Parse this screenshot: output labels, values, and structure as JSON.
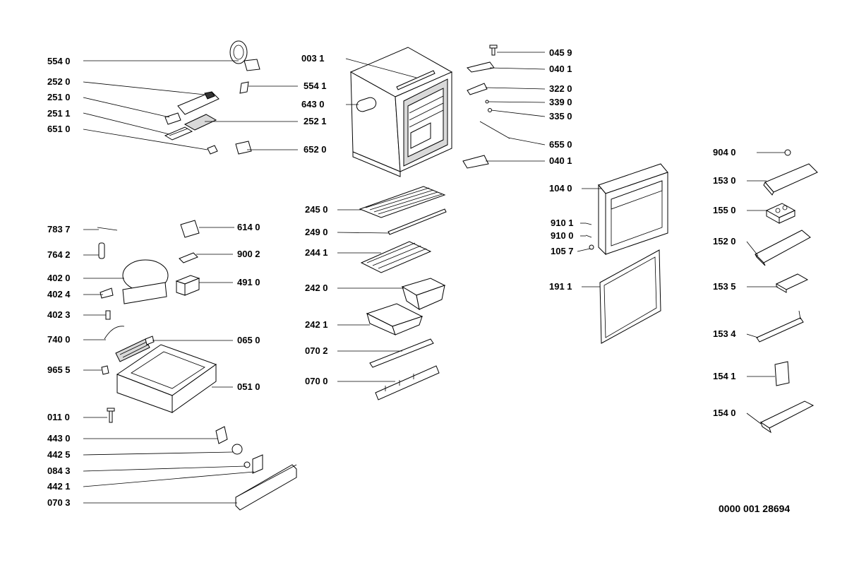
{
  "diagram": {
    "document_number": "0000 001 28694",
    "labels": {
      "l5540": "554 0",
      "l2520": "252 0",
      "l2510": "251 0",
      "l2511": "251 1",
      "l6510": "651 0",
      "l0031": "003 1",
      "l6430": "643 0",
      "l5541": "554 1",
      "l2521": "252 1",
      "l6520": "652 0",
      "l0459": "045 9",
      "l0401a": "040 1",
      "l3220": "322 0",
      "l3390": "339 0",
      "l3350": "335 0",
      "l6550": "655 0",
      "l0401b": "040 1",
      "l9040": "904 0",
      "l1530": "153 0",
      "l1550": "155 0",
      "l1520": "152 0",
      "l1535": "153 5",
      "l1534": "153 4",
      "l1541": "154 1",
      "l1540": "154 0",
      "l1040": "104 0",
      "l9101": "910 1",
      "l9100": "910 0",
      "l1057": "105 7",
      "l1911": "191 1",
      "l2450": "245 0",
      "l2490": "249 0",
      "l2441": "244 1",
      "l2420": "242 0",
      "l2421": "242 1",
      "l0702": "070 2",
      "l0700": "070 0",
      "l7837": "783 7",
      "l7642": "764 2",
      "l4020": "402 0",
      "l4024": "402 4",
      "l4023": "402 3",
      "l7400": "740 0",
      "l9655": "965 5",
      "l0110": "011 0",
      "l4430": "443 0",
      "l4425": "442 5",
      "l0843": "084 3",
      "l4421": "442 1",
      "l0703": "070 3",
      "l6140": "614 0",
      "l9002": "900 2",
      "l4910": "491 0",
      "l0650": "065 0",
      "l0510": "051 0"
    }
  }
}
